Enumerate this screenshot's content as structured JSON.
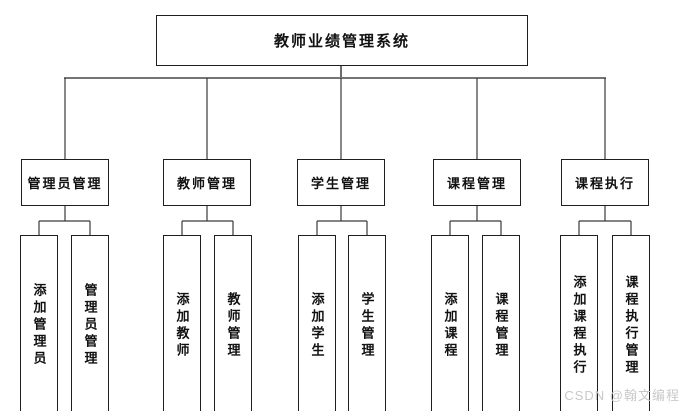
{
  "diagram": {
    "title": "教师业绩管理系统",
    "groups": [
      {
        "label": "管理员管理",
        "children": [
          "添加管理员",
          "管理员管理"
        ]
      },
      {
        "label": "教师管理",
        "children": [
          "添加教师",
          "教师管理"
        ]
      },
      {
        "label": "学生管理",
        "children": [
          "添加学生",
          "学生管理"
        ]
      },
      {
        "label": "课程管理",
        "children": [
          "添加课程",
          "课程管理"
        ]
      },
      {
        "label": "课程执行",
        "children": [
          "添加课程执行",
          "课程执行管理"
        ]
      }
    ],
    "watermark": "CSDN @翰文编程",
    "colors": {
      "background": "#ffffff",
      "box_border": "#1f1f1f",
      "connector": "#3a3a3a",
      "main_bus": "#757575",
      "text": "#111111",
      "watermark": "#c9c9c9"
    }
  }
}
